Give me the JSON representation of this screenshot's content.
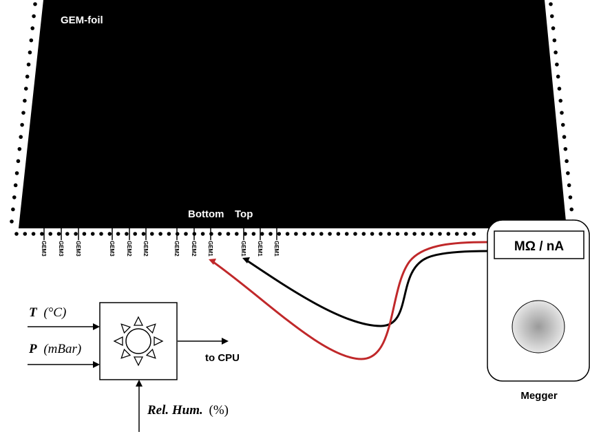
{
  "foil": {
    "label": "GEM-foil",
    "bottom_label": "Bottom",
    "top_label": "Top",
    "colors": {
      "foil": "#000000",
      "dots": "#000000",
      "label": "#ffffff"
    },
    "tabs": [
      "GEM3",
      "GEM3",
      "GEM3",
      "GEM3",
      "GEM2",
      "GEM2",
      "GEM2",
      "GEM2",
      "GEM1",
      "GEM1",
      "GEM1",
      "GEM1"
    ]
  },
  "sensor": {
    "icon": "sun-icon",
    "inputs": {
      "temperature": {
        "name": "T",
        "unit": "(°C)"
      },
      "pressure": {
        "name": "P",
        "unit": "(mBar)"
      },
      "humidity": {
        "name": "Rel. Hum.",
        "unit": "(%)"
      }
    },
    "output_label": "to CPU"
  },
  "megger": {
    "display": "MΩ / nA",
    "label": "Megger",
    "knob_icon": "knob-icon"
  },
  "wires": {
    "red": {
      "color": "#c0282a"
    },
    "black": {
      "color": "#000000"
    }
  }
}
